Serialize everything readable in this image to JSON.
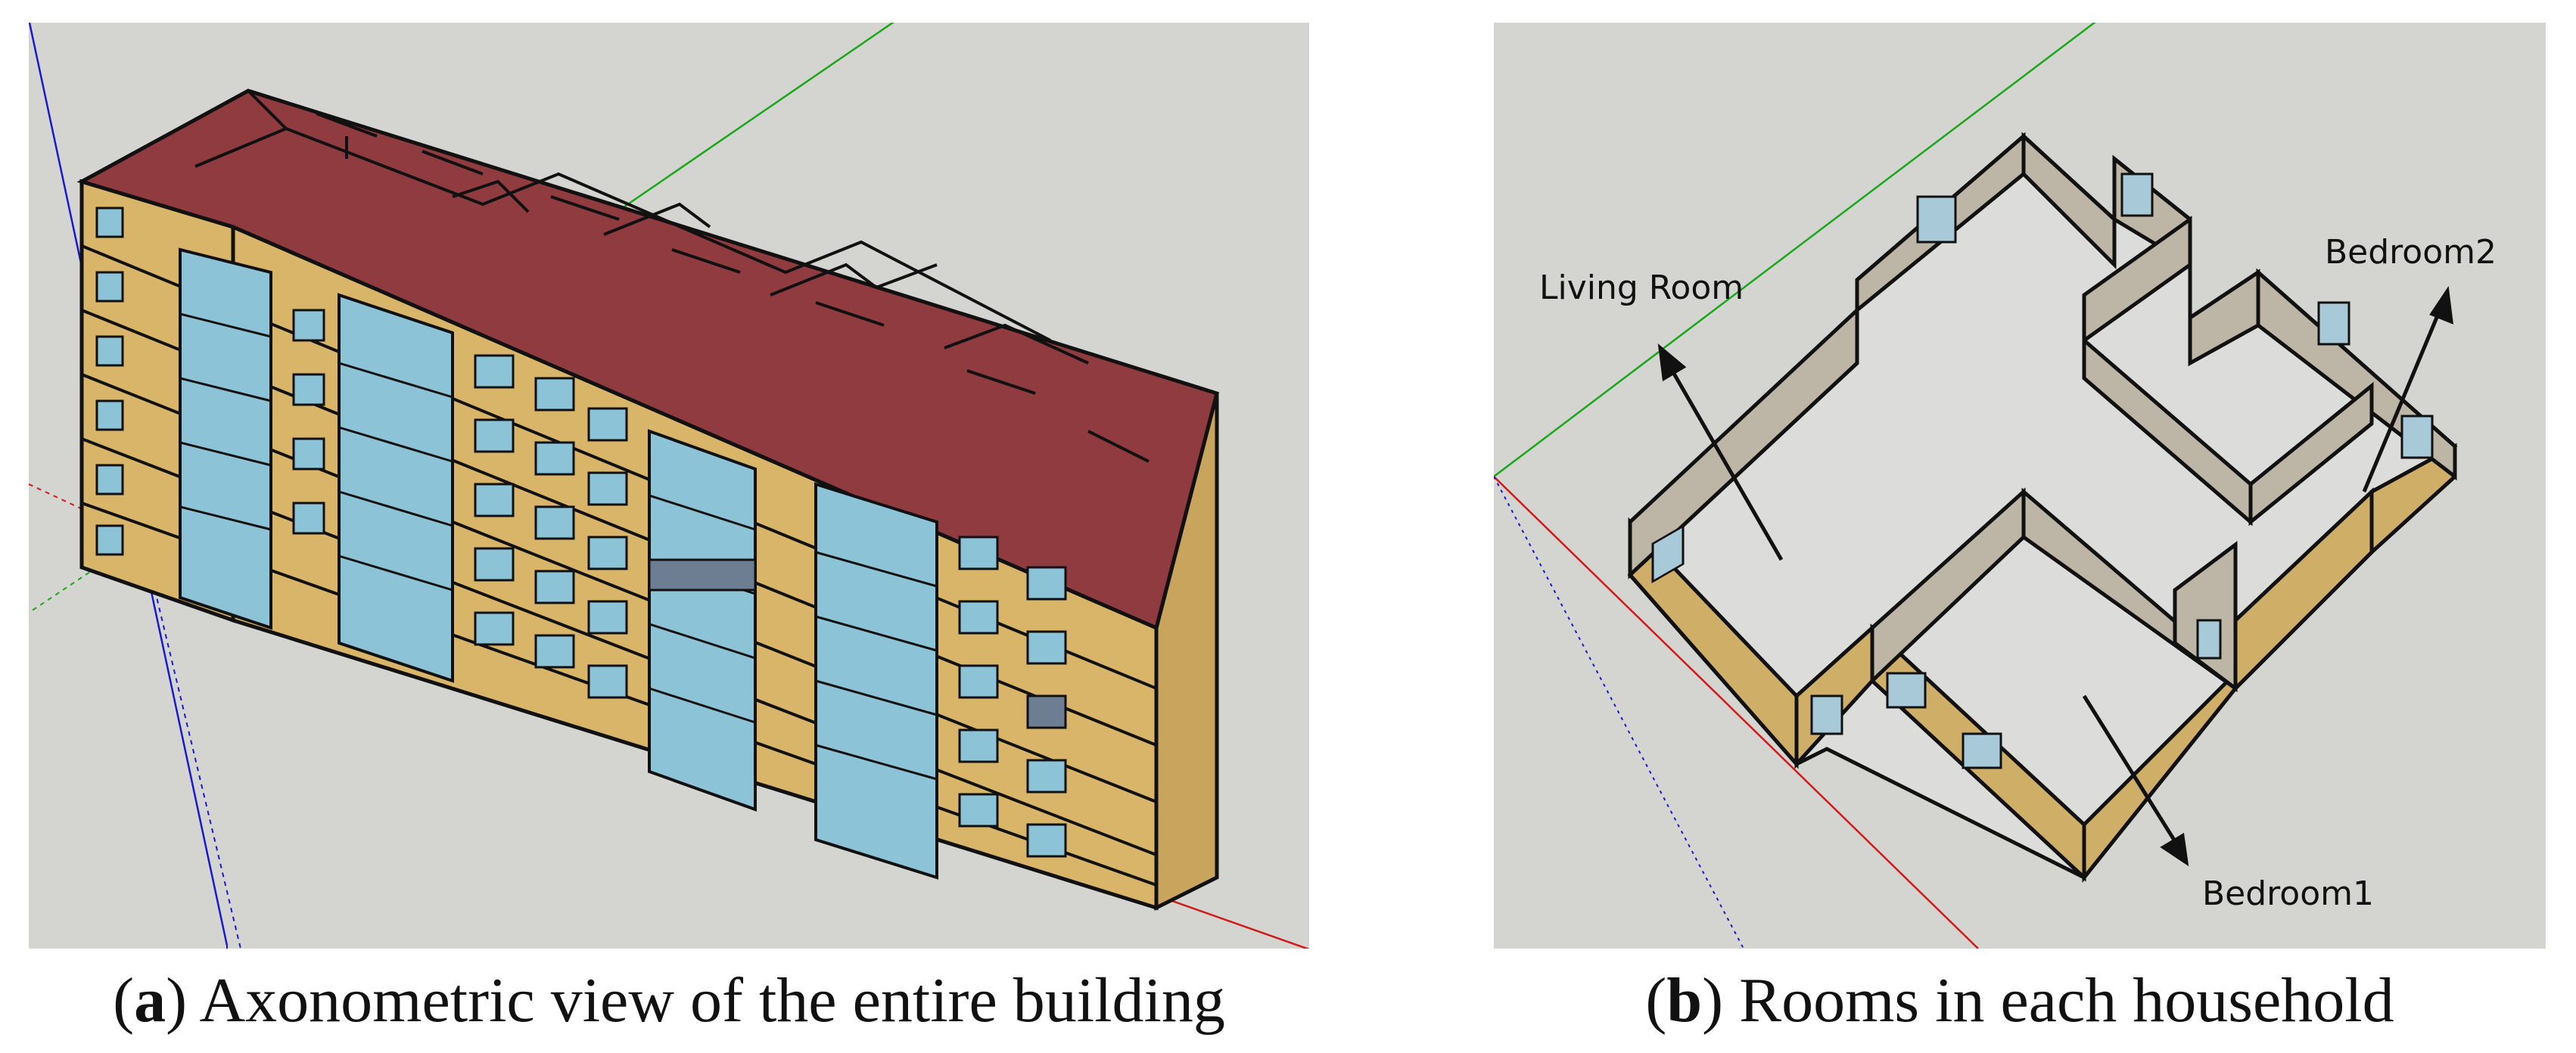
{
  "panels": [
    {
      "id": "a",
      "caption_letter": "a",
      "caption_text": "Axonometric view of the entire building"
    },
    {
      "id": "b",
      "caption_letter": "b",
      "caption_text": "Rooms in each household",
      "labels": {
        "living_room": "Living Room",
        "bedroom1": "Bedroom1",
        "bedroom2": "Bedroom2"
      }
    }
  ],
  "colors": {
    "background": "#d4d4d0",
    "roof": "#8f3b3f",
    "wall": "#d9b56a",
    "glass": "#8cc3d6",
    "dark_glass": "#6d7d92",
    "floor": "#dcdcda",
    "inner_wall": "#bdb6a6",
    "axis_red": "#d11a1a",
    "axis_green": "#1aa81a",
    "axis_blue": "#1a1acc"
  }
}
